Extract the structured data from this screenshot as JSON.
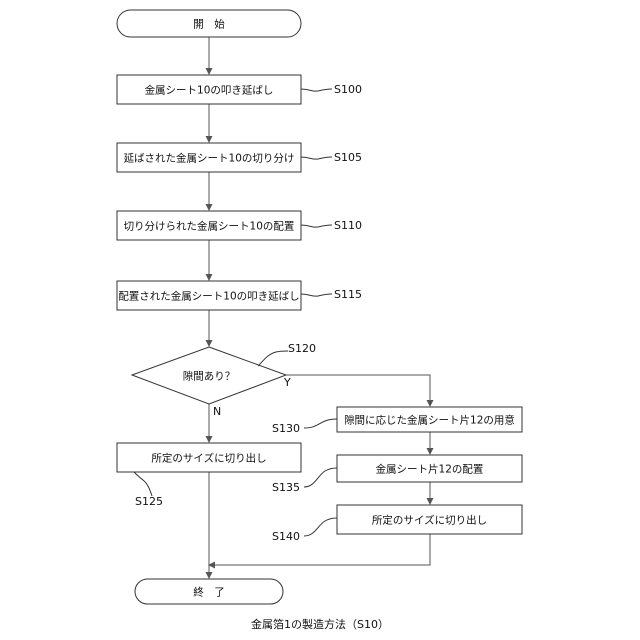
{
  "diagram": {
    "nodes": {
      "start": "開　始",
      "s100": "金属シート10の叩き延ばし",
      "s105": "延ばされた金属シート10の切り分け",
      "s110": "切り分けられた金属シート10の配置",
      "s115": "配置された金属シート10の叩き延ばし",
      "s120": "隙間あり？",
      "s125": "所定のサイズに切り出し",
      "s130": "隙間に応じた金属シート片12の用意",
      "s135": "金属シート片12の配置",
      "s140": "所定のサイズに切り出し",
      "end": "終　了"
    },
    "step_labels": {
      "s100": "S100",
      "s105": "S105",
      "s110": "S110",
      "s115": "S115",
      "s120": "S120",
      "s125": "S125",
      "s130": "S130",
      "s135": "S135",
      "s140": "S140"
    },
    "branches": {
      "yes": "Y",
      "no": "N"
    },
    "caption": "金属箔1の製造方法（S10）"
  }
}
